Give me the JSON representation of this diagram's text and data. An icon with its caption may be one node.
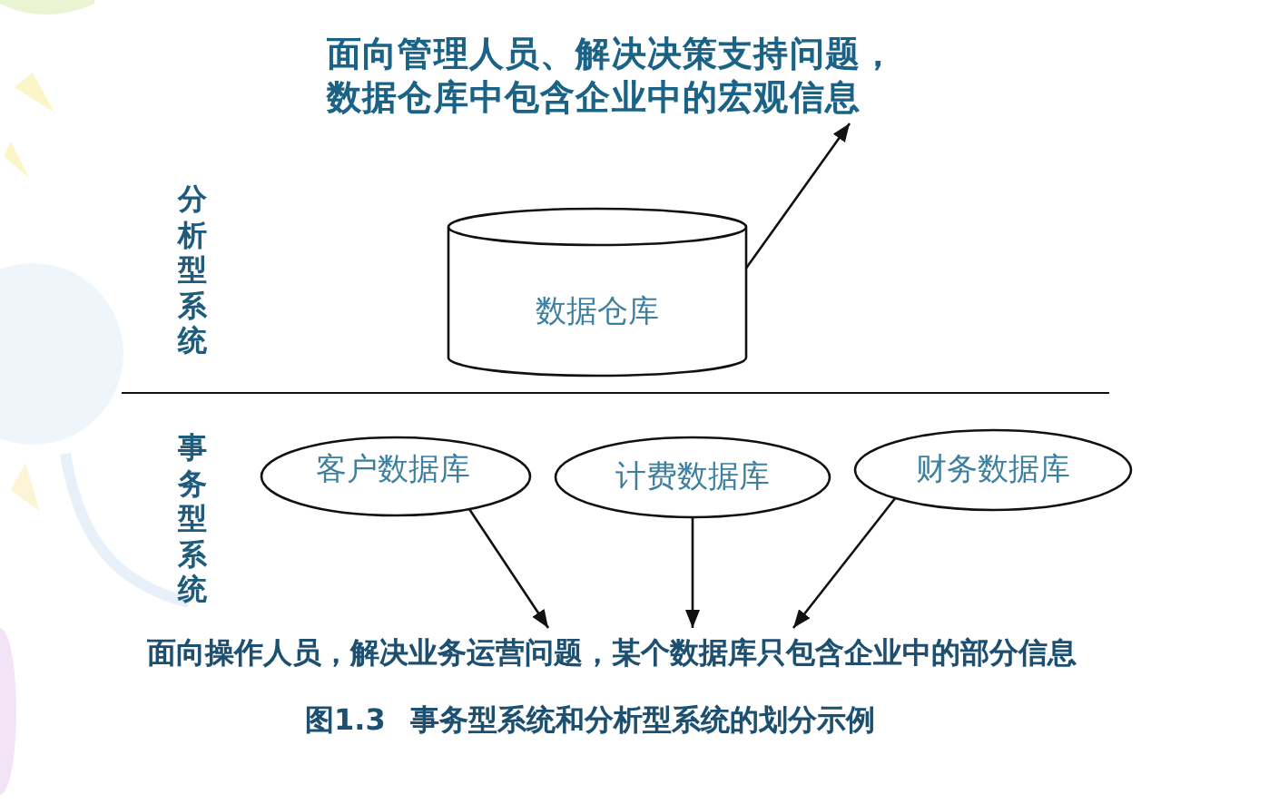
{
  "diagram": {
    "caption": "图1.3 事务型系统和分析型系统的划分示例",
    "nodes": [
      {
        "text": [
          "面向管理人员、解决决策支持问题，数据仓库中包含企业中的宏观信息"
        ]
      },
      {
        "text": [
          "数据仓库"
        ]
      },
      {
        "text": [
          "客户数据库"
        ]
      },
      {
        "text": [
          "计费数据库"
        ]
      },
      {
        "text": [
          "财务数据库"
        ]
      },
      {
        "text": [
          "面向操作人员，解决业务运营问题，某个数据库只包含企业中的部分信息"
        ]
      }
    ],
    "edges": [
      {
        "from": 1,
        "to": 0,
        "arrow": "to"
      },
      {
        "from": 2,
        "to": 5,
        "arrow": "to"
      },
      {
        "from": 3,
        "to": 5,
        "arrow": "to"
      },
      {
        "from": 4,
        "to": 5,
        "arrow": "to"
      }
    ],
    "labels": [
      "分析型系统",
      "事务型系统"
    ]
  }
}
